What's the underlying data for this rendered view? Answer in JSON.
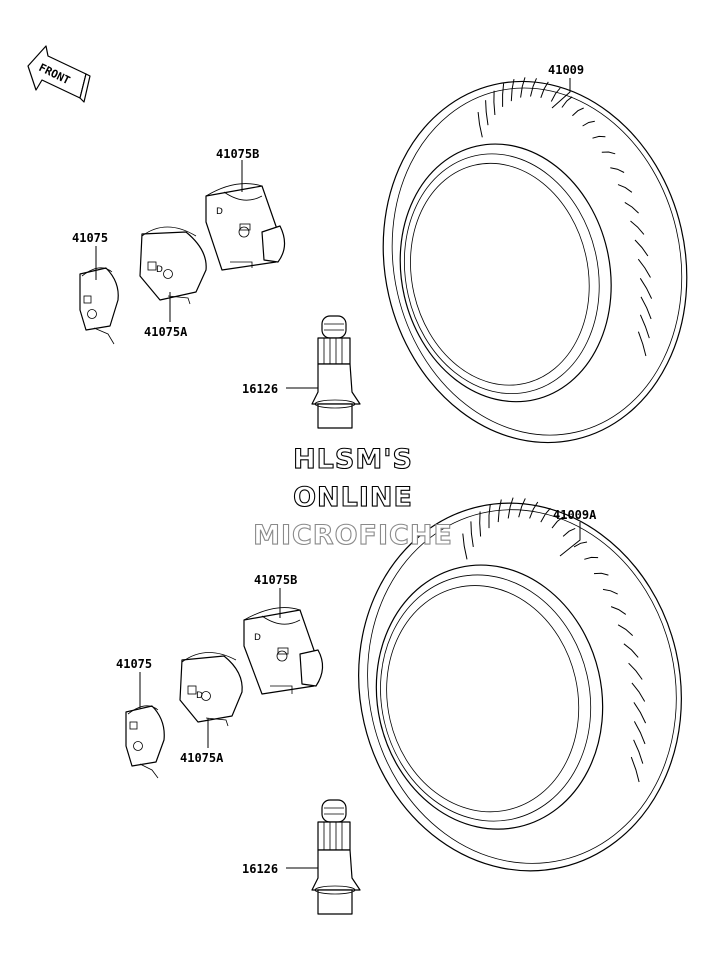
{
  "front_arrow": {
    "label": "FRONT"
  },
  "watermark": {
    "line1": "HLSM'S",
    "line2": "ONLINE",
    "line3": "MICROFICHE"
  },
  "labels": {
    "upper": {
      "tire": "41009",
      "weight_b": "41075B",
      "weight": "41075",
      "weight_a": "41075A",
      "valve": "16126"
    },
    "lower": {
      "tire": "41009A",
      "weight_b": "41075B",
      "weight": "41075",
      "weight_a": "41075A",
      "valve": "16126"
    }
  }
}
